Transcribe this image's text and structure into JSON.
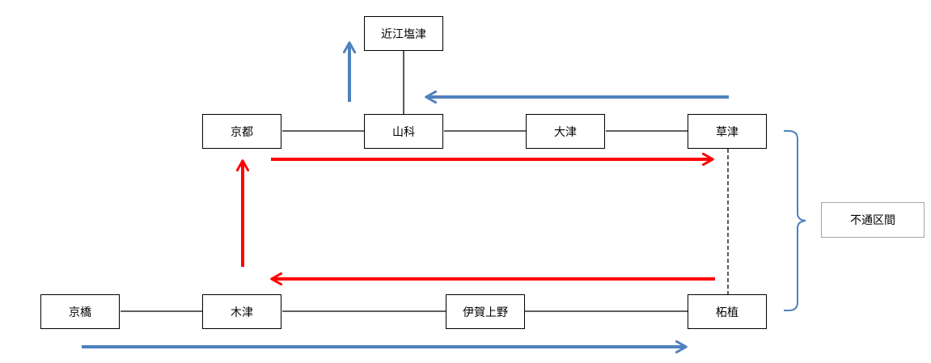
{
  "stations": {
    "oumi_shiotsu": "近江塩津",
    "kyoto": "京都",
    "yamashina": "山科",
    "otsu": "大津",
    "kusatsu": "草津",
    "kyobashi": "京橋",
    "kizu": "木津",
    "iga_ueno": "伊賀上野",
    "tsuge": "柘植"
  },
  "callout": {
    "closed_section": "不通区間"
  },
  "colors": {
    "red_route": "#ff0000",
    "blue_route": "#4f81bd",
    "line": "#000000",
    "closed_line": "#000000",
    "bracket": "#4f81bd"
  }
}
